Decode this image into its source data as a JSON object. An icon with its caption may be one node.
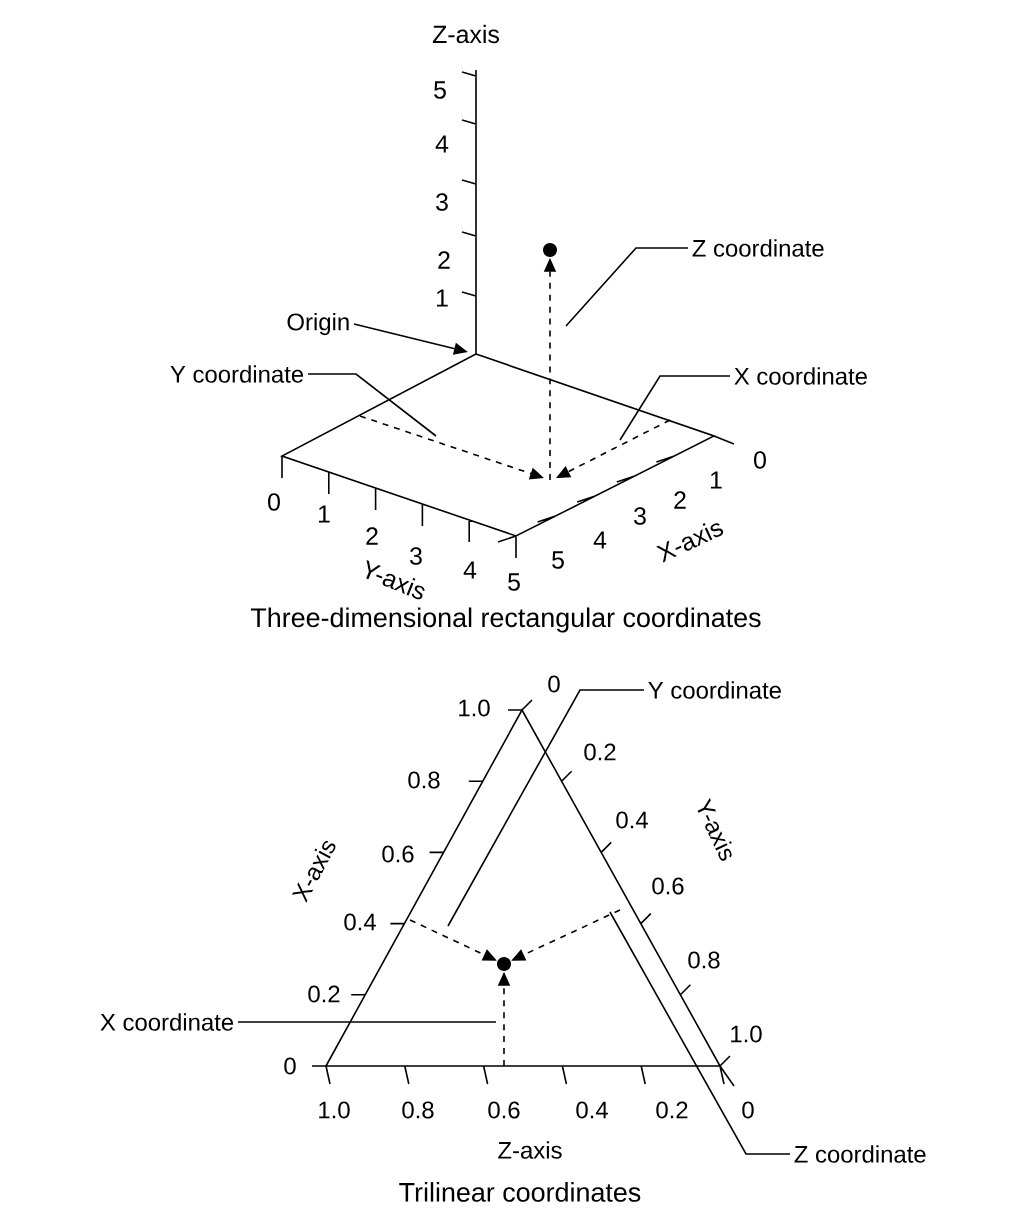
{
  "diagram": {
    "nodes": [
      {
        "text": [
          "Origin"
        ]
      },
      {
        "text": [
          "Z coordinate"
        ]
      },
      {
        "text": [
          "Y coordinate"
        ]
      },
      {
        "text": [
          "X coordinate"
        ]
      },
      {
        "text": [],
        "shape": "circle"
      },
      {
        "text": [
          "Y coordinate"
        ]
      },
      {
        "text": [
          "X coordinate"
        ]
      },
      {
        "text": [
          "Z coordinate"
        ]
      },
      {
        "text": [],
        "shape": "circle"
      }
    ],
    "edges": [
      {
        "from": 0,
        "to": null,
        "arrow": "to"
      },
      {
        "from": 1,
        "to": null,
        "arrow": "none"
      },
      {
        "from": 2,
        "to": null,
        "arrow": "none"
      },
      {
        "from": 3,
        "to": null,
        "arrow": "none"
      },
      {
        "from": null,
        "to": 4,
        "arrow": "to",
        "style": "dashed"
      },
      {
        "from": 5,
        "to": null,
        "arrow": "none"
      },
      {
        "from": 6,
        "to": null,
        "arrow": "none"
      },
      {
        "from": 7,
        "to": null,
        "arrow": "none"
      },
      {
        "from": null,
        "to": 8,
        "arrow": "to",
        "style": "dashed"
      },
      {
        "from": null,
        "to": 8,
        "arrow": "to",
        "style": "dashed"
      },
      {
        "from": null,
        "to": 8,
        "arrow": "to",
        "style": "dashed"
      }
    ],
    "labels": [
      "Z-axis",
      "5",
      "4",
      "3",
      "2",
      "1",
      "0",
      "1",
      "2",
      "3",
      "4",
      "5",
      "Y-axis",
      "0",
      "1",
      "2",
      "3",
      "4",
      "5",
      "X-axis",
      "Three-dimensional rectangular coordinates",
      "1.0",
      "0.8",
      "0.6",
      "0.4",
      "0.2",
      "0",
      "0",
      "0.2",
      "0.4",
      "0.6",
      "0.8",
      "1.0",
      "X-axis",
      "Y-axis",
      "1.0",
      "0.8",
      "0.6",
      "0.4",
      "0.2",
      "0",
      "Z-axis",
      "Trilinear coordinates"
    ]
  }
}
